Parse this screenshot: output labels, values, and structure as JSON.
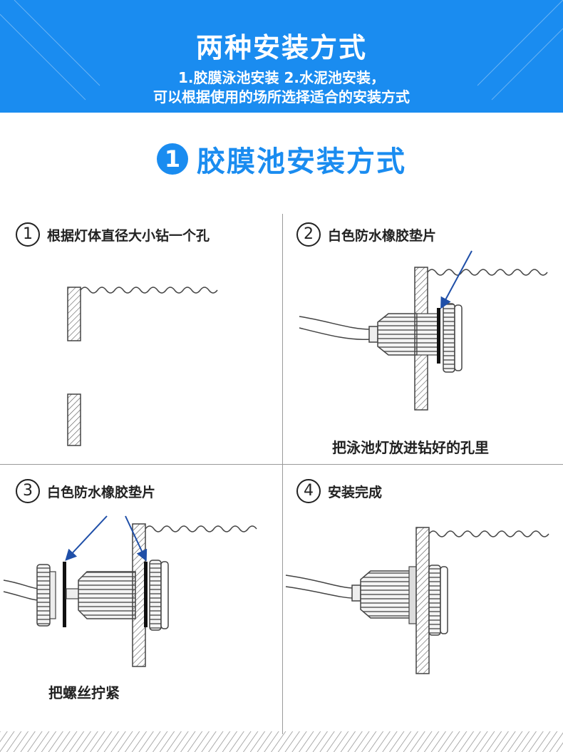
{
  "banner": {
    "title": "两种安装方式",
    "line1": "1.胶膜泳池安装 2.水泥池安装，",
    "line2": "可以根据使用的场所选择适合的安装方式"
  },
  "section": {
    "number": "1",
    "title": "胶膜池安装方式"
  },
  "steps": [
    {
      "num": "1",
      "label": "根据灯体直径大小钻一个孔",
      "caption": ""
    },
    {
      "num": "2",
      "label": "白色防水橡胶垫片",
      "caption": "把泳池灯放进钻好的孔里"
    },
    {
      "num": "3",
      "label": "白色防水橡胶垫片",
      "caption": "把螺丝拧紧"
    },
    {
      "num": "4",
      "label": "安装完成",
      "caption": ""
    }
  ],
  "colors": {
    "accent": "#1a8cf0",
    "arrow": "#1f4fa8"
  }
}
